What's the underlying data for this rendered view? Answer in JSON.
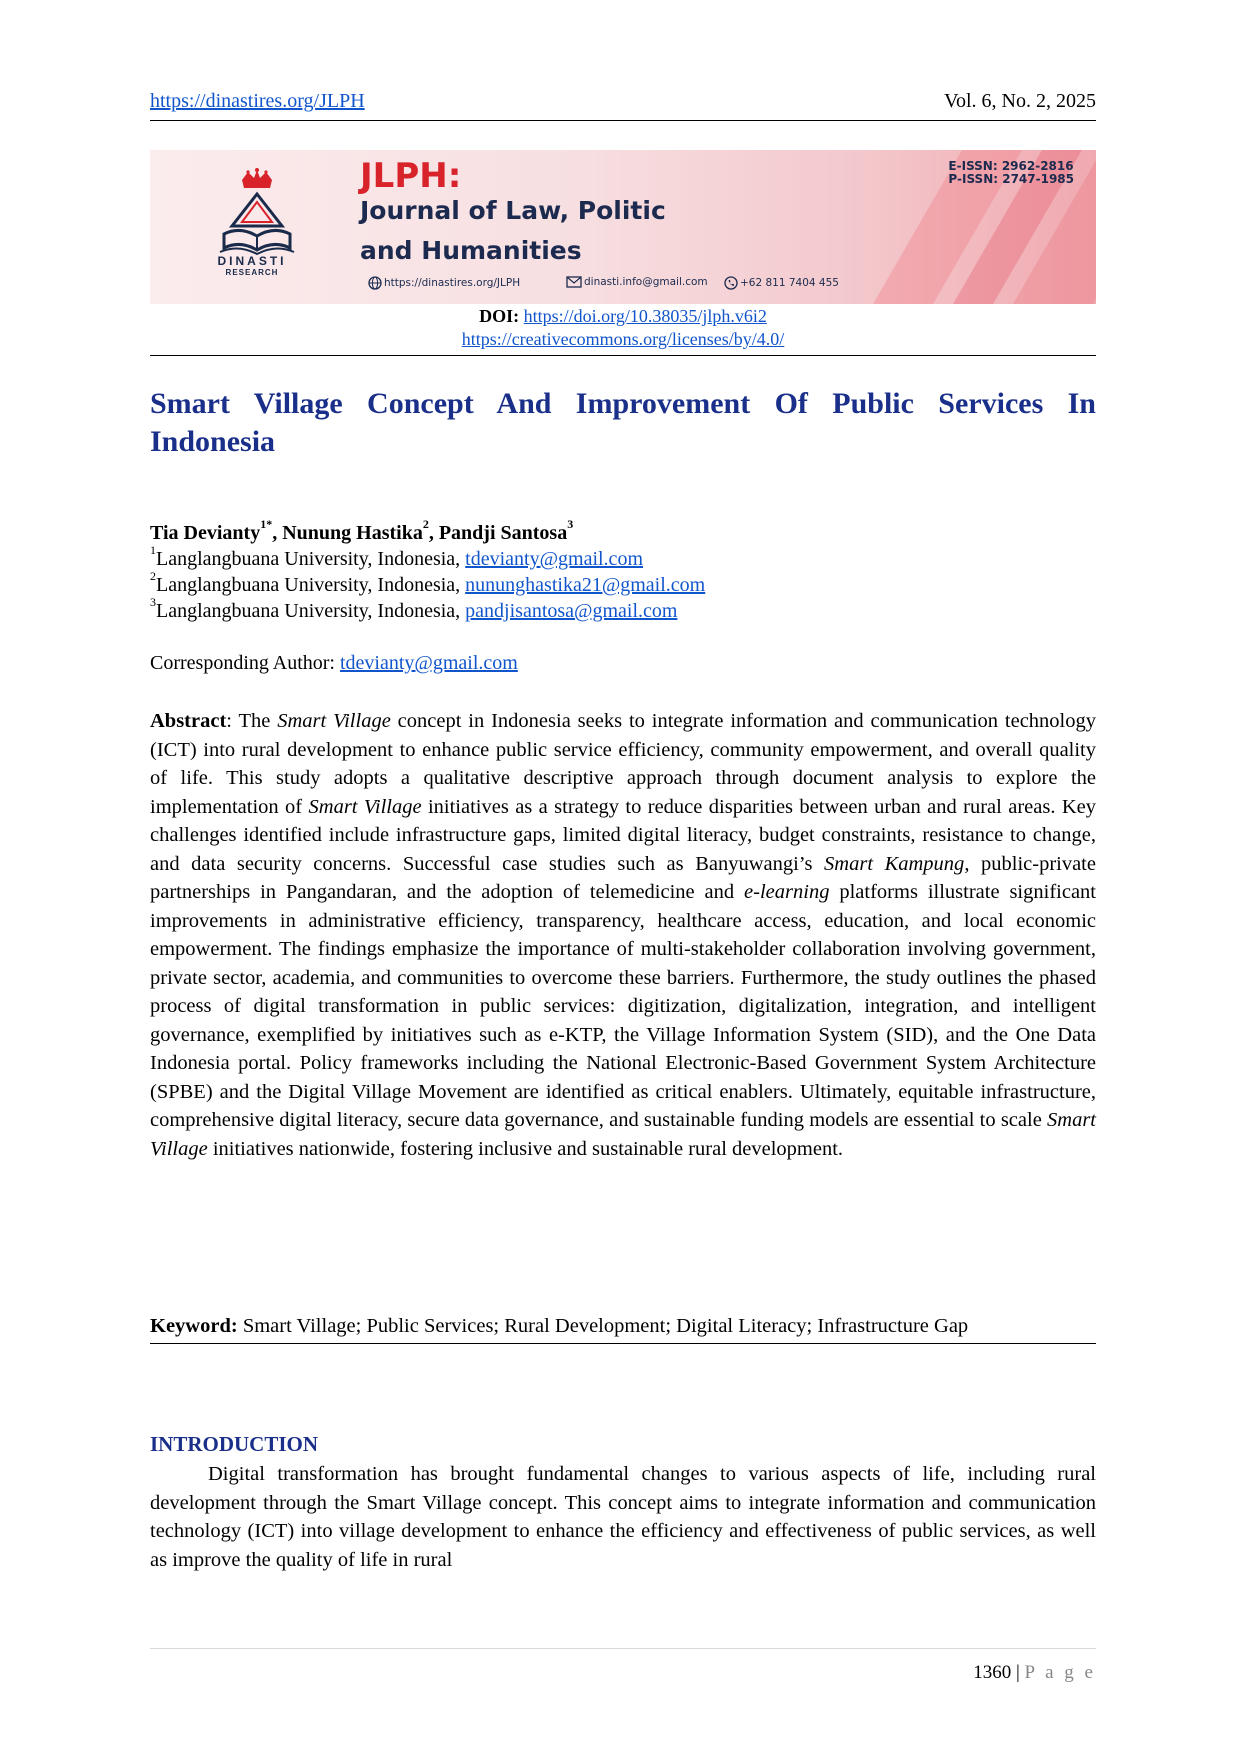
{
  "header": {
    "url": "https://dinastires.org/JLPH",
    "volume": "Vol. 6, No. 2, 2025"
  },
  "banner": {
    "logo_name": "DINASTI",
    "logo_sub": "RESEARCH",
    "journal_abbrev": "JLPH:",
    "journal_line1": "Journal of Law, Politic",
    "journal_line2": "and Humanities",
    "website": "https://dinastires.org/JLPH",
    "email": "dinasti.info@gmail.com",
    "phone": "+62 811 7404 455",
    "eissn": "E-ISSN: 2962-2816",
    "pissn": "P-ISSN: 2747-1985",
    "colors": {
      "accent_red": "#d8232a",
      "navy": "#1b2a4e"
    }
  },
  "doi": {
    "label": "DOI:",
    "link": "https://doi.org/10.38035/jlph.v6i2",
    "license": "https://creativecommons.org/licenses/by/4.0/"
  },
  "title": {
    "line1": "Smart Village Concept And Improvement Of Public Services In",
    "line2": "Indonesia"
  },
  "authors": {
    "a1": "Tia Devianty",
    "a1_sup": "1*",
    "a2": "Nunung Hastika",
    "a2_sup": "2",
    "a3": "Pandji Santosa",
    "a3_sup": "3",
    "affiliations": [
      {
        "sup": "1",
        "text": "Langlangbuana University, Indonesia, ",
        "email": "tdevianty@gmail.com"
      },
      {
        "sup": "2",
        "text": "Langlangbuana University, Indonesia, ",
        "email": "nununghastika21@gmail.com"
      },
      {
        "sup": "3",
        "text": "Langlangbuana University, Indonesia, ",
        "email": "pandjisantosa@gmail.com"
      }
    ]
  },
  "corresponding": {
    "label": "Corresponding Author: ",
    "email": "tdevianty@gmail.com"
  },
  "abstract": {
    "label": "Abstract",
    "p1": ": The ",
    "i1": "Smart Village",
    "p2": " concept in Indonesia seeks to integrate information and communication technology (ICT) into rural development to enhance public service efficiency, community empowerment, and overall quality of life. This study adopts a qualitative descriptive approach through document analysis to explore the implementation of ",
    "i2": "Smart Village",
    "p3": " initiatives as a strategy to reduce disparities between urban and rural areas. Key challenges identified include infrastructure gaps, limited digital literacy, budget constraints, resistance to change, and data security concerns. Successful case studies such as Banyuwangi’s ",
    "i3": "Smart Kampung",
    "p4": ", public-private partnerships in Pangandaran, and the adoption of telemedicine and ",
    "i4": "e-learning",
    "p5": " platforms illustrate significant improvements in administrative efficiency, transparency, healthcare access, education, and local economic empowerment. The findings emphasize the importance of multi-stakeholder collaboration involving government, private sector, academia, and communities to overcome these barriers. Furthermore, the study outlines the phased process of digital transformation in public services: digitization, digitalization, integration, and intelligent governance, exemplified by initiatives such as e-KTP, the Village Information System (SID), and the One Data Indonesia portal. Policy frameworks including the National Electronic-Based Government System Architecture (SPBE) and the Digital Village Movement are identified as critical enablers. Ultimately, equitable infrastructure, comprehensive digital literacy, secure data governance, and sustainable funding models are essential to scale ",
    "i5": "Smart Village",
    "p6": " initiatives nationwide, fostering inclusive and sustainable rural development."
  },
  "keywords": {
    "label": "Keyword:",
    "text": " Smart Village; Public Services; Rural Development; Digital Literacy; Infrastructure Gap"
  },
  "introduction": {
    "heading": "INTRODUCTION",
    "text": "Digital transformation has brought fundamental changes to various aspects of life, including rural development through the Smart Village concept. This concept aims to integrate information and communication technology (ICT) into village development to enhance the efficiency and effectiveness of public services, as well as improve the quality of life in rural"
  },
  "footer": {
    "page": "1360",
    "sep": " | ",
    "label": "P a g e"
  }
}
